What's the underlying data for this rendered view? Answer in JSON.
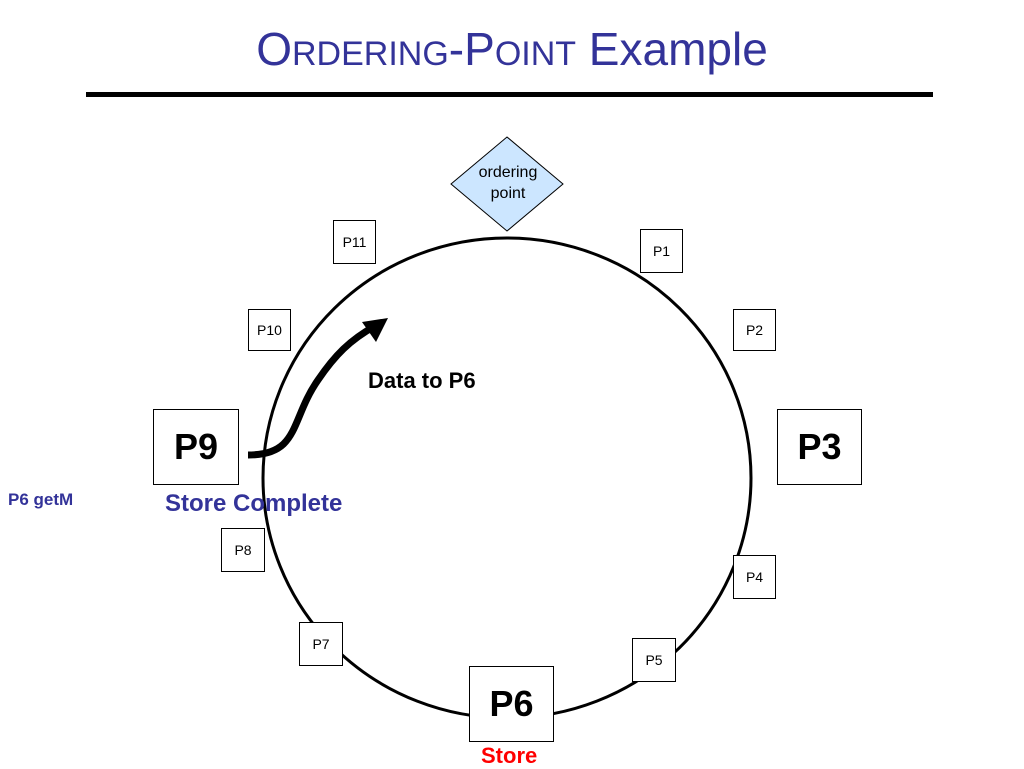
{
  "title": {
    "word1_initial": "O",
    "word1_rest": "RDERING",
    "hyphen": "-",
    "word2_initial": "P",
    "word2_rest": "OINT",
    "word3": " Example"
  },
  "ordering_point": {
    "line1": "ordering",
    "line2": "point",
    "fill_color": "#cce6ff"
  },
  "nodes": {
    "p1": "P1",
    "p2": "P2",
    "p3": "P3",
    "p4": "P4",
    "p5": "P5",
    "p6": "P6",
    "p7": "P7",
    "p8": "P8",
    "p9": "P9",
    "p10": "P10",
    "p11": "P11"
  },
  "labels": {
    "data_to_p6": "Data to P6",
    "store_complete": "Store Complete",
    "p6_getm": "P6 getM",
    "store": "Store"
  },
  "colors": {
    "title": "#333399",
    "accent_text": "#333399",
    "store": "#ff0000"
  }
}
